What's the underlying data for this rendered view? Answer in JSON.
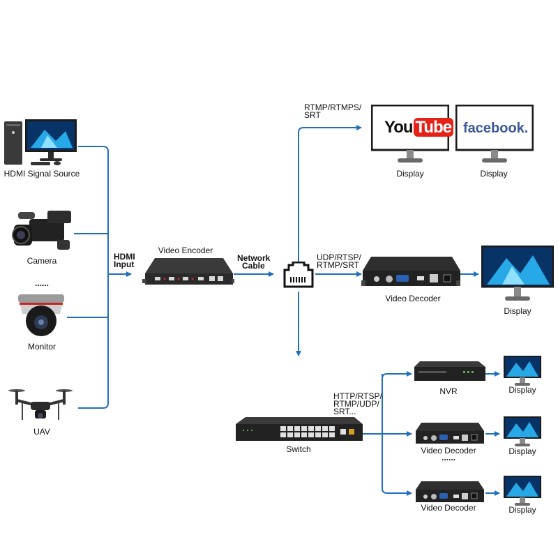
{
  "sources": {
    "hdmi": "HDMI Signal Source",
    "camera": "Camera",
    "ellipsis": "......",
    "monitor": "Monitor",
    "uav": "UAV"
  },
  "links": {
    "hdmi_input_1": "HDMI",
    "hdmi_input_2": "Input",
    "network_cable_1": "Network",
    "network_cable_2": "Cable",
    "rtmp_1": "RTMP/RTMPS/",
    "rtmp_2": "SRT",
    "udp_1": "UDP/RTSP/",
    "udp_2": "RTMP/SRT",
    "http_1": "HTTP/RTSP/",
    "http_2": "RTMP/UDP/",
    "http_3": "SRT..."
  },
  "devices": {
    "encoder": "Video Encoder",
    "decoder_main": "Video Decoder",
    "switch": "Switch",
    "nvr": "NVR",
    "decoder_2": "Video Decoder",
    "decoder_ellipsis": "......",
    "decoder_3": "Video Decoder"
  },
  "displays": {
    "youtube": "Display",
    "facebook": "Display",
    "main": "Display",
    "nvr": "Display",
    "decoder_2": "Display",
    "decoder_3": "Display"
  },
  "logos": {
    "youtube_you": "You",
    "youtube_tube": "Tube",
    "facebook": "facebook."
  },
  "colors": {
    "line": "#1f6fc0",
    "device": "#2a2a2a",
    "screen": "#0a3f7a"
  }
}
